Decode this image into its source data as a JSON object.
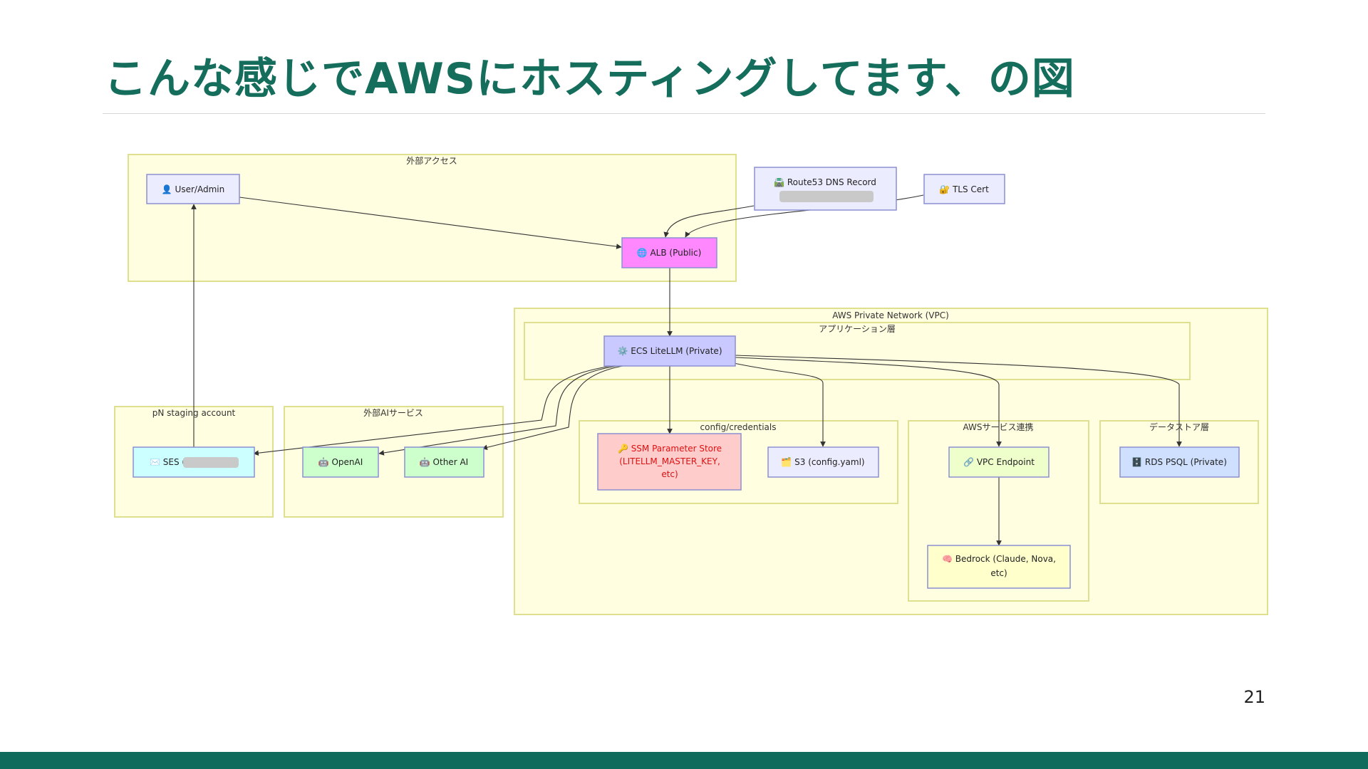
{
  "slide": {
    "title": "こんな感じでAWSにホスティングしてます、の図",
    "page_number": "21"
  },
  "clusters": {
    "external_access": "外部アクセス",
    "vpc": "AWS Private Network (VPC)",
    "app_layer": "アプリケーション層",
    "pn_staging": "pN staging account",
    "external_ai": "外部AIサービス",
    "config": "config/credentials",
    "aws_integration": "AWSサービス連携",
    "datastore": "データストア層"
  },
  "nodes": {
    "user_admin": "👤 User/Admin",
    "route53": "🛣️ Route53 DNS Record",
    "tls_cert": "🔐 TLS Cert",
    "alb": "🌐 ALB (Public)",
    "ecs": "⚙️ ECS LiteLLM (Private)",
    "ses": "✉️ SES (",
    "openai": "🤖 OpenAI",
    "other_ai": "🤖 Other AI",
    "ssm_line1": "🔑 SSM Parameter Store",
    "ssm_line2": "(LITELLM_MASTER_KEY,",
    "ssm_line3": "etc)",
    "s3": "🗂️ S3 (config.yaml)",
    "vpc_endpoint": "🔗 VPC Endpoint",
    "bedrock_line1": "🧠 Bedrock (Claude, Nova,",
    "bedrock_line2": "etc)",
    "rds": "🗄️ RDS PSQL (Private)"
  },
  "colors": {
    "title": "#156d5c",
    "footer": "#0f6b5c",
    "alb_fill": "#ff88ff",
    "ecs_fill": "#c9c9ff",
    "ses_fill": "#ccffff",
    "ai_fill": "#ccffcc",
    "ssm_fill": "#ffcccc",
    "ssm_text": "#dd1111",
    "rds_fill": "#cfe0ff",
    "bedrock_fill": "#ffffcc"
  }
}
